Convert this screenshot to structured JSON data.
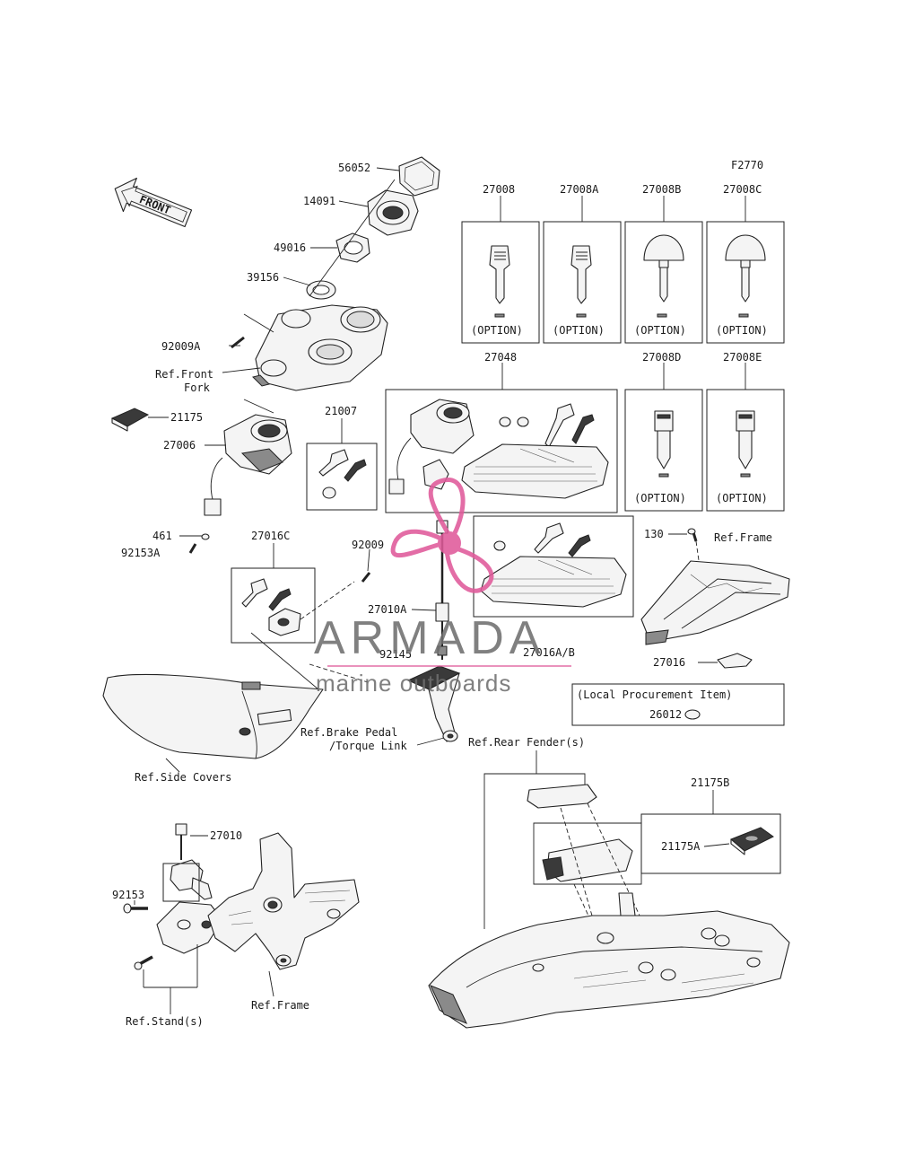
{
  "figure_code": "F2770",
  "front_arrow": "FRONT",
  "option_text": "(OPTION)",
  "labels": {
    "p56052": "56052",
    "p14091": "14091",
    "p49016": "49016",
    "p39156": "39156",
    "p92009A": "92009A",
    "ref_front_fork_1": "Ref.Front",
    "ref_front_fork_2": "Fork",
    "p21175": "21175",
    "p27006": "27006",
    "p461": "461",
    "p92153A": "92153A",
    "p21007": "21007",
    "p27016C": "27016C",
    "p92009": "92009",
    "p27010A": "27010A",
    "p92145": "92145",
    "p27048": "27048",
    "p27016AB": "27016A/B",
    "p27008": "27008",
    "p27008A": "27008A",
    "p27008B": "27008B",
    "p27008C": "27008C",
    "p27008D": "27008D",
    "p27008E": "27008E",
    "p130": "130",
    "ref_frame_top": "Ref.Frame",
    "p27016": "27016",
    "local_procurement": "(Local Procurement Item)",
    "p26012": "26012",
    "ref_side_covers": "Ref.Side Covers",
    "ref_brake_1": "Ref.Brake Pedal",
    "ref_brake_2": "/Torque Link",
    "ref_rear_fender": "Ref.Rear Fender(s)",
    "p21175B": "21175B",
    "p21175A": "21175A",
    "p27010": "27010",
    "p92153": "92153",
    "ref_frame_bottom": "Ref.Frame",
    "ref_stands": "Ref.Stand(s)"
  },
  "watermark": {
    "brand": "ARMADA",
    "tagline": "marine outboards",
    "brand_color": "#6f6f6f",
    "accent_color": "#e05a9a"
  }
}
